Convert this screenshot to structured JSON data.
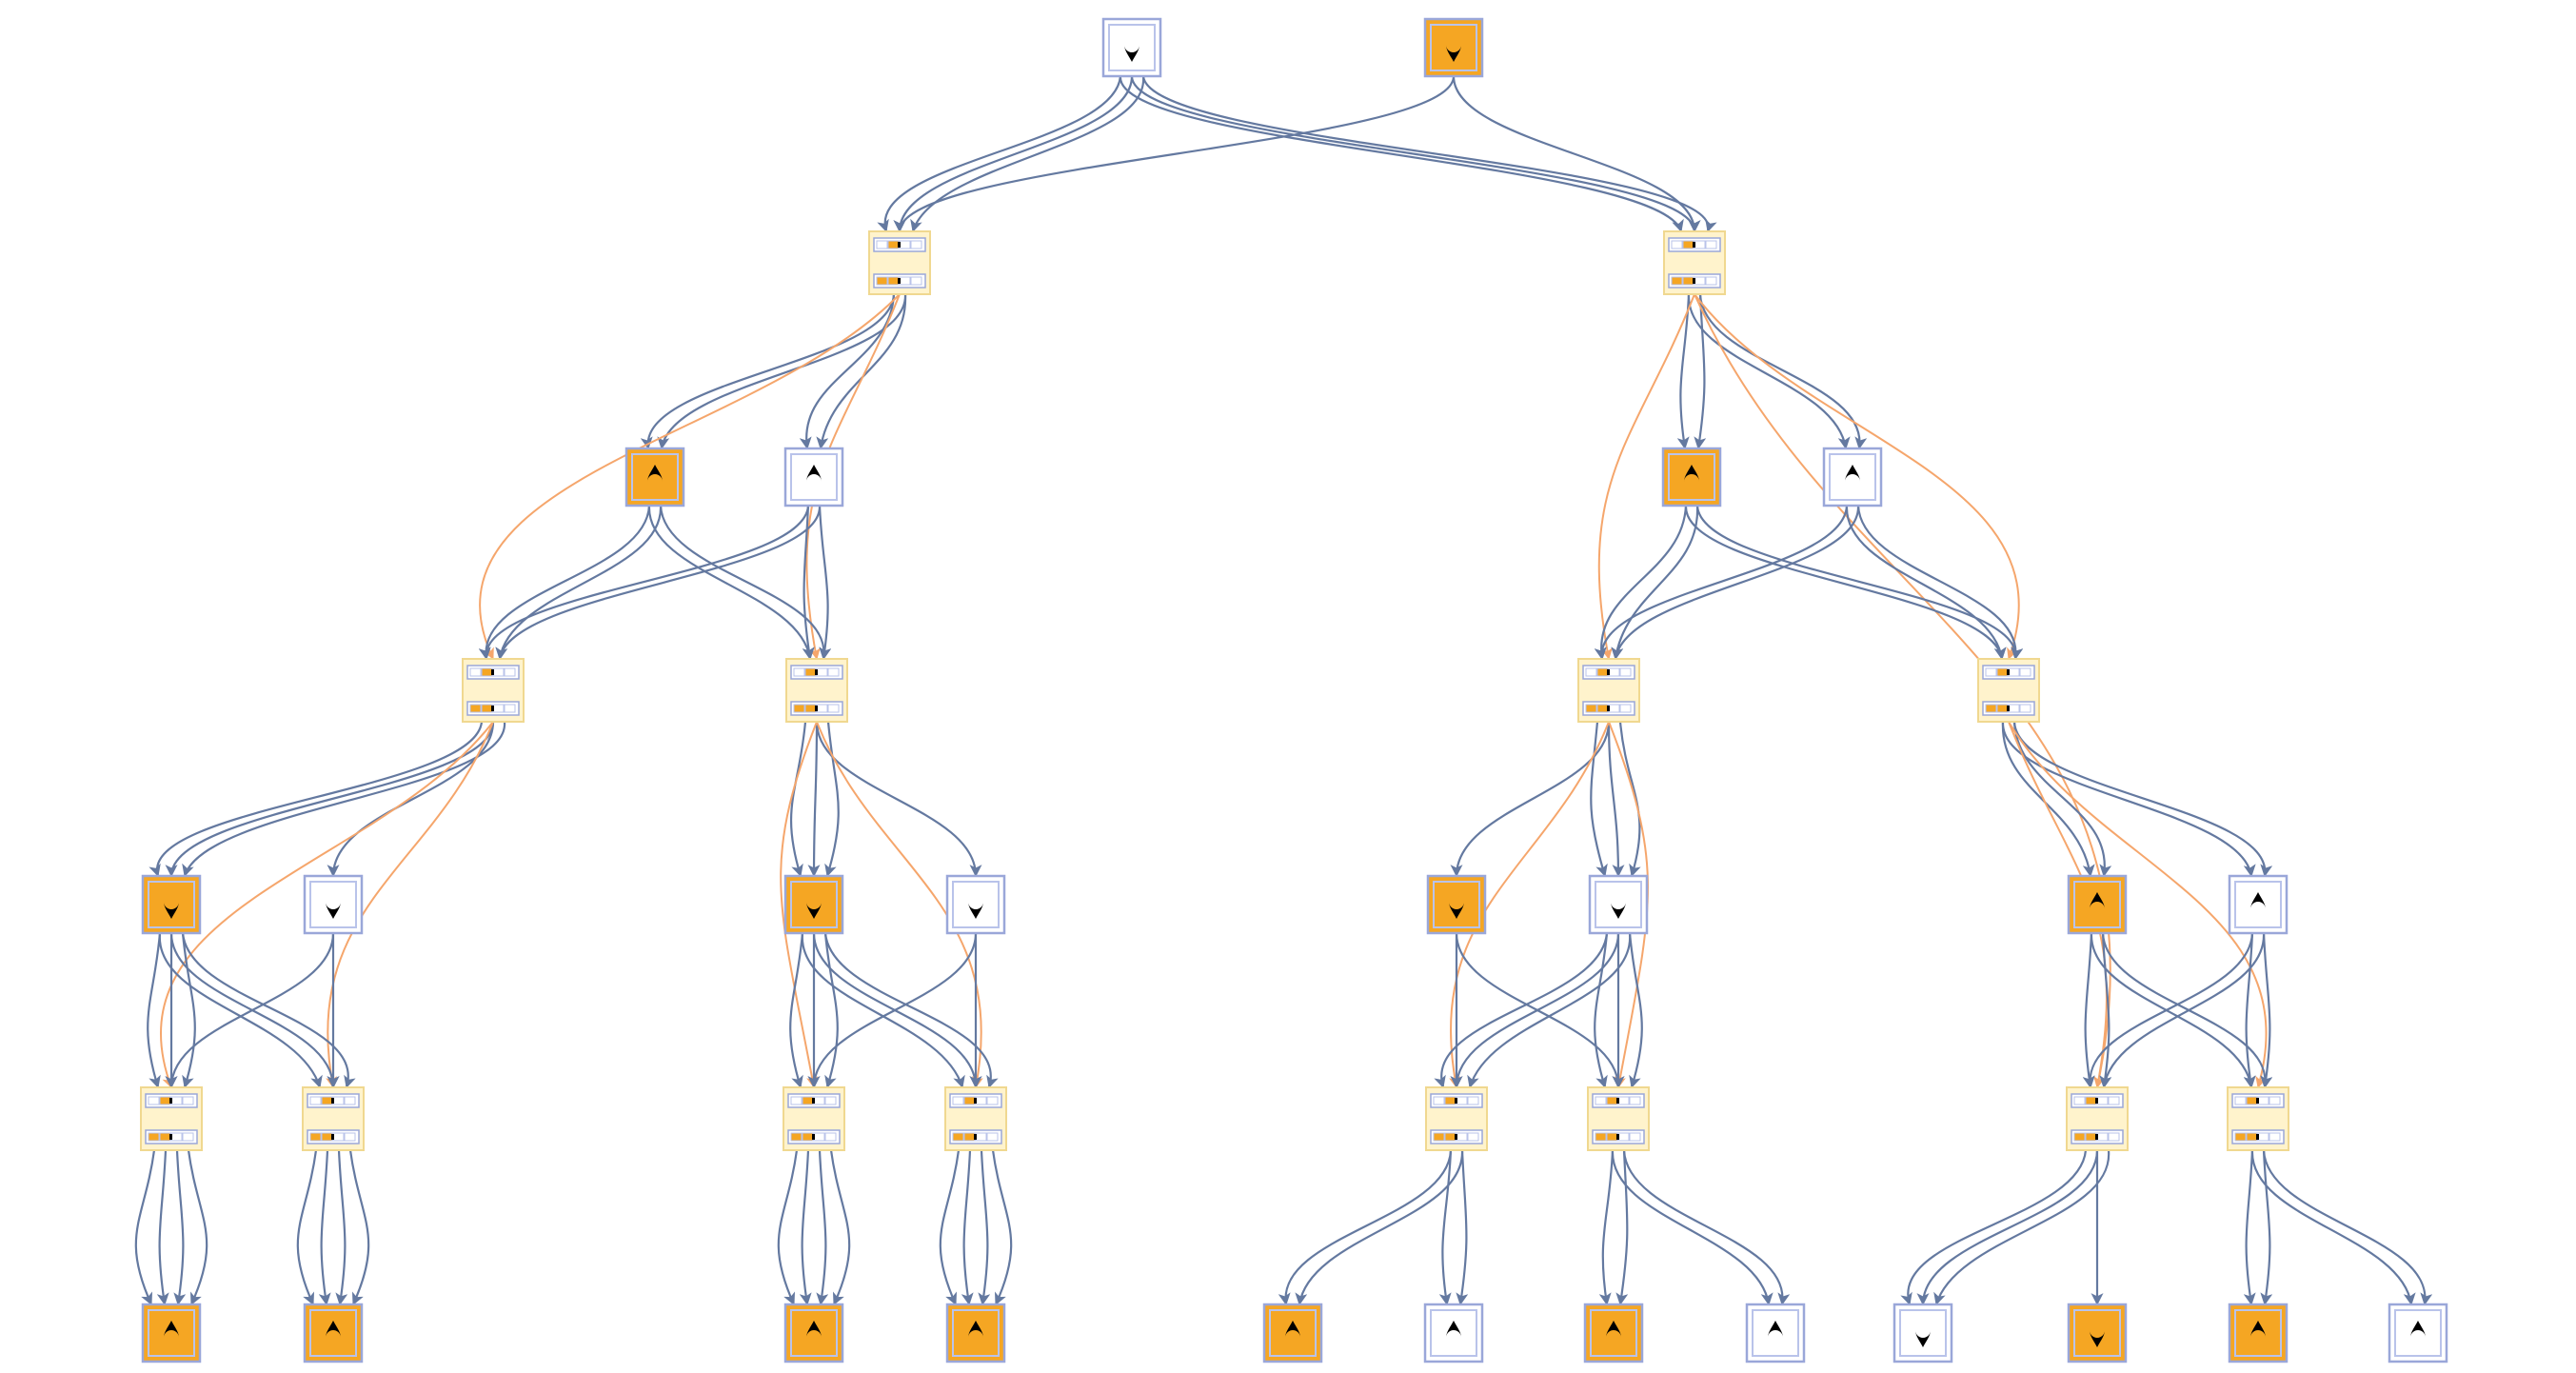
{
  "colors": {
    "background": "#ffffff",
    "edge_blue": "#6479a0",
    "edge_orange": "#f5a66c",
    "state_orange": "#f5a623",
    "state_white": "#ffffff",
    "state_border": "#9aa7d9",
    "event_fill": "#fff3cc",
    "event_border": "#f0d890",
    "drop_glyph": "#000000"
  },
  "icons": {
    "state": "drop-icon",
    "event": "mini-state-strip-icon"
  },
  "nodes": [
    {
      "id": "s0",
      "kind": "state",
      "fill": "white",
      "drop": "up"
    },
    {
      "id": "s1",
      "kind": "state",
      "fill": "orange",
      "drop": "up"
    },
    {
      "id": "e1",
      "kind": "event"
    },
    {
      "id": "e2",
      "kind": "event"
    },
    {
      "id": "s2",
      "kind": "state",
      "fill": "orange",
      "drop": "down"
    },
    {
      "id": "s3",
      "kind": "state",
      "fill": "white",
      "drop": "down"
    },
    {
      "id": "s4",
      "kind": "state",
      "fill": "orange",
      "drop": "down"
    },
    {
      "id": "s5",
      "kind": "state",
      "fill": "white",
      "drop": "down"
    },
    {
      "id": "e3",
      "kind": "event"
    },
    {
      "id": "e4",
      "kind": "event"
    },
    {
      "id": "e5",
      "kind": "event"
    },
    {
      "id": "e6",
      "kind": "event"
    },
    {
      "id": "s6",
      "kind": "state",
      "fill": "orange",
      "drop": "up"
    },
    {
      "id": "s7",
      "kind": "state",
      "fill": "white",
      "drop": "up"
    },
    {
      "id": "s8",
      "kind": "state",
      "fill": "orange",
      "drop": "up"
    },
    {
      "id": "s9",
      "kind": "state",
      "fill": "white",
      "drop": "up"
    },
    {
      "id": "s10",
      "kind": "state",
      "fill": "orange",
      "drop": "up"
    },
    {
      "id": "s11",
      "kind": "state",
      "fill": "white",
      "drop": "up"
    },
    {
      "id": "s12",
      "kind": "state",
      "fill": "orange",
      "drop": "down"
    },
    {
      "id": "s13",
      "kind": "state",
      "fill": "white",
      "drop": "down"
    },
    {
      "id": "e7",
      "kind": "event"
    },
    {
      "id": "e8",
      "kind": "event"
    },
    {
      "id": "e9",
      "kind": "event"
    },
    {
      "id": "e10",
      "kind": "event"
    },
    {
      "id": "e11",
      "kind": "event"
    },
    {
      "id": "e12",
      "kind": "event"
    },
    {
      "id": "e13",
      "kind": "event"
    },
    {
      "id": "e14",
      "kind": "event"
    },
    {
      "id": "s14",
      "kind": "state",
      "fill": "orange",
      "drop": "down"
    },
    {
      "id": "s15",
      "kind": "state",
      "fill": "orange",
      "drop": "down"
    },
    {
      "id": "s16",
      "kind": "state",
      "fill": "orange",
      "drop": "down"
    },
    {
      "id": "s17",
      "kind": "state",
      "fill": "orange",
      "drop": "down"
    },
    {
      "id": "s18",
      "kind": "state",
      "fill": "orange",
      "drop": "down"
    },
    {
      "id": "s19",
      "kind": "state",
      "fill": "white",
      "drop": "down"
    },
    {
      "id": "s20",
      "kind": "state",
      "fill": "orange",
      "drop": "down"
    },
    {
      "id": "s21",
      "kind": "state",
      "fill": "white",
      "drop": "down"
    },
    {
      "id": "s22",
      "kind": "state",
      "fill": "white",
      "drop": "up"
    },
    {
      "id": "s23",
      "kind": "state",
      "fill": "orange",
      "drop": "up"
    },
    {
      "id": "s24",
      "kind": "state",
      "fill": "orange",
      "drop": "down"
    },
    {
      "id": "s25",
      "kind": "state",
      "fill": "white",
      "drop": "down"
    }
  ],
  "edges": [
    {
      "from": "s0",
      "to": "e1",
      "count": 3,
      "color": "blue"
    },
    {
      "from": "s1",
      "to": "e1",
      "count": 1,
      "color": "blue"
    },
    {
      "from": "s0",
      "to": "e2",
      "count": 3,
      "color": "blue"
    },
    {
      "from": "s1",
      "to": "e2",
      "count": 1,
      "color": "blue"
    },
    {
      "from": "e1",
      "to": "s2",
      "count": 2,
      "color": "blue"
    },
    {
      "from": "e1",
      "to": "s3",
      "count": 2,
      "color": "blue"
    },
    {
      "from": "e1",
      "to": "e3",
      "count": 1,
      "color": "orange"
    },
    {
      "from": "e1",
      "to": "e4",
      "count": 1,
      "color": "orange"
    },
    {
      "from": "s2",
      "to": "e3",
      "count": 2,
      "color": "blue"
    },
    {
      "from": "s2",
      "to": "e4",
      "count": 2,
      "color": "blue"
    },
    {
      "from": "s3",
      "to": "e3",
      "count": 2,
      "color": "blue"
    },
    {
      "from": "s3",
      "to": "e4",
      "count": 2,
      "color": "blue"
    },
    {
      "from": "e2",
      "to": "s4",
      "count": 2,
      "color": "blue"
    },
    {
      "from": "e2",
      "to": "s5",
      "count": 2,
      "color": "blue"
    },
    {
      "from": "e2",
      "to": "e5",
      "count": 1,
      "color": "orange"
    },
    {
      "from": "e2",
      "to": "e6",
      "count": 1,
      "color": "orange"
    },
    {
      "from": "e2",
      "to": "e13",
      "count": 1,
      "color": "orange"
    },
    {
      "from": "s4",
      "to": "e5",
      "count": 2,
      "color": "blue"
    },
    {
      "from": "s4",
      "to": "e6",
      "count": 2,
      "color": "blue"
    },
    {
      "from": "s5",
      "to": "e5",
      "count": 2,
      "color": "blue"
    },
    {
      "from": "s5",
      "to": "e6",
      "count": 2,
      "color": "blue"
    },
    {
      "from": "e3",
      "to": "s6",
      "count": 3,
      "color": "blue"
    },
    {
      "from": "e3",
      "to": "s7",
      "count": 1,
      "color": "blue"
    },
    {
      "from": "e3",
      "to": "e7",
      "count": 1,
      "color": "orange"
    },
    {
      "from": "e3",
      "to": "e8",
      "count": 1,
      "color": "orange"
    },
    {
      "from": "e4",
      "to": "s8",
      "count": 3,
      "color": "blue"
    },
    {
      "from": "e4",
      "to": "s9",
      "count": 1,
      "color": "blue"
    },
    {
      "from": "e4",
      "to": "e9",
      "count": 1,
      "color": "orange"
    },
    {
      "from": "e4",
      "to": "e10",
      "count": 1,
      "color": "orange"
    },
    {
      "from": "e5",
      "to": "s10",
      "count": 1,
      "color": "blue"
    },
    {
      "from": "e5",
      "to": "s11",
      "count": 3,
      "color": "blue"
    },
    {
      "from": "e5",
      "to": "e11",
      "count": 1,
      "color": "orange"
    },
    {
      "from": "e5",
      "to": "e12",
      "count": 1,
      "color": "orange"
    },
    {
      "from": "e6",
      "to": "s12",
      "count": 2,
      "color": "blue"
    },
    {
      "from": "e6",
      "to": "s13",
      "count": 2,
      "color": "blue"
    },
    {
      "from": "e6",
      "to": "e13",
      "count": 1,
      "color": "orange"
    },
    {
      "from": "e6",
      "to": "e14",
      "count": 1,
      "color": "orange"
    },
    {
      "from": "s6",
      "to": "e7",
      "count": 3,
      "color": "blue"
    },
    {
      "from": "s6",
      "to": "e8",
      "count": 3,
      "color": "blue"
    },
    {
      "from": "s7",
      "to": "e7",
      "count": 1,
      "color": "blue"
    },
    {
      "from": "s7",
      "to": "e8",
      "count": 1,
      "color": "blue"
    },
    {
      "from": "s8",
      "to": "e9",
      "count": 3,
      "color": "blue"
    },
    {
      "from": "s8",
      "to": "e10",
      "count": 3,
      "color": "blue"
    },
    {
      "from": "s9",
      "to": "e9",
      "count": 1,
      "color": "blue"
    },
    {
      "from": "s9",
      "to": "e10",
      "count": 1,
      "color": "blue"
    },
    {
      "from": "s10",
      "to": "e11",
      "count": 1,
      "color": "blue"
    },
    {
      "from": "s10",
      "to": "e12",
      "count": 1,
      "color": "blue"
    },
    {
      "from": "s11",
      "to": "e11",
      "count": 3,
      "color": "blue"
    },
    {
      "from": "s11",
      "to": "e12",
      "count": 3,
      "color": "blue"
    },
    {
      "from": "s12",
      "to": "e13",
      "count": 2,
      "color": "blue"
    },
    {
      "from": "s12",
      "to": "e14",
      "count": 2,
      "color": "blue"
    },
    {
      "from": "s13",
      "to": "e13",
      "count": 2,
      "color": "blue"
    },
    {
      "from": "s13",
      "to": "e14",
      "count": 2,
      "color": "blue"
    },
    {
      "from": "e7",
      "to": "s14",
      "count": 4,
      "color": "blue"
    },
    {
      "from": "e8",
      "to": "s15",
      "count": 4,
      "color": "blue"
    },
    {
      "from": "e9",
      "to": "s16",
      "count": 4,
      "color": "blue"
    },
    {
      "from": "e10",
      "to": "s17",
      "count": 4,
      "color": "blue"
    },
    {
      "from": "e11",
      "to": "s18",
      "count": 2,
      "color": "blue"
    },
    {
      "from": "e11",
      "to": "s19",
      "count": 2,
      "color": "blue"
    },
    {
      "from": "e12",
      "to": "s20",
      "count": 2,
      "color": "blue"
    },
    {
      "from": "e12",
      "to": "s21",
      "count": 2,
      "color": "blue"
    },
    {
      "from": "e13",
      "to": "s22",
      "count": 3,
      "color": "blue"
    },
    {
      "from": "e13",
      "to": "s23",
      "count": 1,
      "color": "blue"
    },
    {
      "from": "e14",
      "to": "s24",
      "count": 2,
      "color": "blue"
    },
    {
      "from": "e14",
      "to": "s25",
      "count": 2,
      "color": "blue"
    }
  ]
}
